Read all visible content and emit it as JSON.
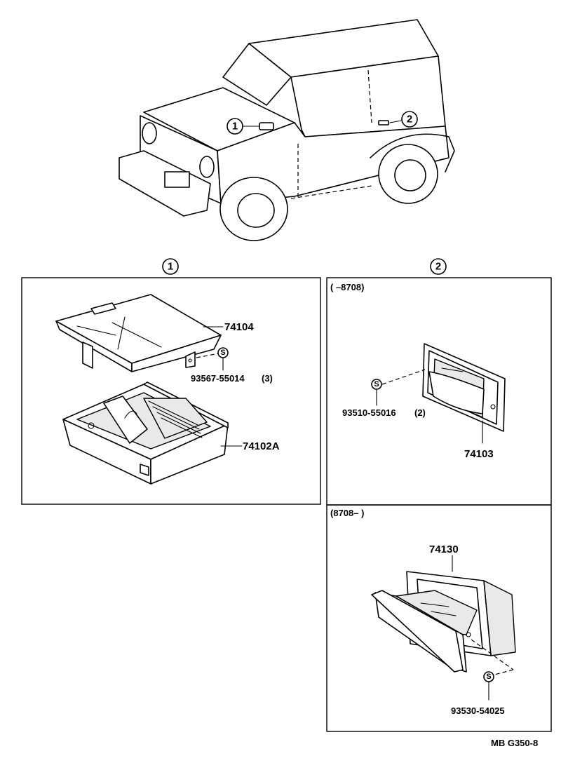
{
  "callouts": {
    "box1": "1",
    "box2": "2"
  },
  "panel1": {
    "parts": {
      "lid": "74104",
      "screw": "93567-55014",
      "screw_qty": "(3)",
      "box": "74102A"
    },
    "screw_symbol": "S"
  },
  "panel2a": {
    "range": "(        –8708)",
    "parts": {
      "screw": "93510-55016",
      "screw_qty": "(2)",
      "ashtray": "74103"
    },
    "screw_symbol": "S"
  },
  "panel2b": {
    "range": "(8708–        )",
    "parts": {
      "ashtray": "74130",
      "screw": "93530-54025"
    },
    "screw_symbol": "S"
  },
  "figure_code": "MB G350-8"
}
